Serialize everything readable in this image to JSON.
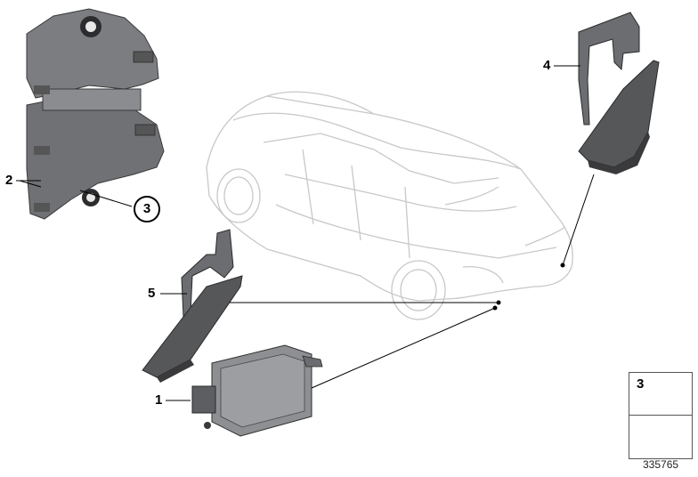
{
  "callouts": {
    "c1": "1",
    "c2": "2",
    "c3": "3",
    "c4": "4",
    "c5": "5"
  },
  "legend": {
    "part_number": "3"
  },
  "document_number": "335765"
}
